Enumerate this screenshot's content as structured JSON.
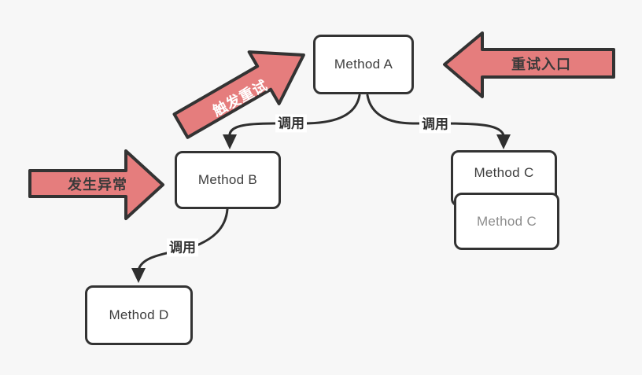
{
  "diagram": {
    "background": "#f7f7f7",
    "nodes": [
      {
        "id": "method-a",
        "label": "Method A"
      },
      {
        "id": "method-b",
        "label": "Method B"
      },
      {
        "id": "method-c-back",
        "label": "Method C"
      },
      {
        "id": "method-c-front",
        "label": "Method C"
      },
      {
        "id": "method-d",
        "label": "Method D"
      }
    ],
    "edges": [
      {
        "from": "Method A",
        "to": "Method B",
        "label": "调用"
      },
      {
        "from": "Method A",
        "to": "Method C",
        "label": "调用"
      },
      {
        "from": "Method B",
        "to": "Method D",
        "label": "调用"
      }
    ],
    "callouts": [
      {
        "id": "trigger-retry",
        "text": "触发重试",
        "direction": "up-right"
      },
      {
        "id": "retry-entry",
        "text": "重试入口",
        "direction": "left"
      },
      {
        "id": "exception-occurs",
        "text": "发生异常",
        "direction": "right"
      }
    ],
    "colors": {
      "arrow_fill": "#e57d7d",
      "stroke": "#333333",
      "box_fill": "#ffffff",
      "muted_text": "#8c8c8c"
    }
  }
}
